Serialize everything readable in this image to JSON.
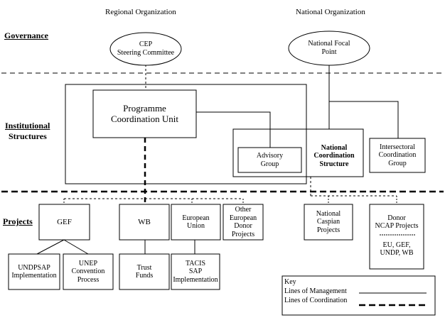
{
  "headers": {
    "regional": "Regional Organization",
    "national": "National Organization"
  },
  "sections": {
    "governance": "Governance",
    "institutional_1": "Institutional",
    "institutional_2": "Structures",
    "projects": "Projects"
  },
  "nodes": {
    "cep": [
      "CEP",
      "Steering Committee"
    ],
    "nfp": [
      "National Focal",
      "Point"
    ],
    "pcu": [
      "Programme",
      "Coordination Unit"
    ],
    "advisory": [
      "Advisory",
      "Group"
    ],
    "ncs": [
      "National",
      "Coordination",
      "Structure"
    ],
    "intersectoral": [
      "Intersectoral",
      "Coordination",
      "Group"
    ],
    "gef": [
      "GEF"
    ],
    "wb": [
      "WB"
    ],
    "eu": [
      "European",
      "Union"
    ],
    "other_donor": [
      "Other European",
      "Donor",
      "Projects"
    ],
    "caspian": [
      "National",
      "Caspian",
      "Projects"
    ],
    "donor_ncap": [
      "Donor",
      "NCAP Projects"
    ],
    "donor_ncap_sub": [
      "EU, GEF,",
      "UNDP, WB"
    ],
    "undp_sap": [
      "UNDPSAP",
      "Implementation"
    ],
    "unep": [
      "UNEP",
      "Convention",
      "Process"
    ],
    "trust": [
      "Trust",
      "Funds"
    ],
    "tacis": [
      "TACIS",
      "SAP",
      "Implementation"
    ]
  },
  "key": {
    "title": "Key",
    "management": "Lines of Management",
    "coordination": "Lines of Coordination"
  }
}
